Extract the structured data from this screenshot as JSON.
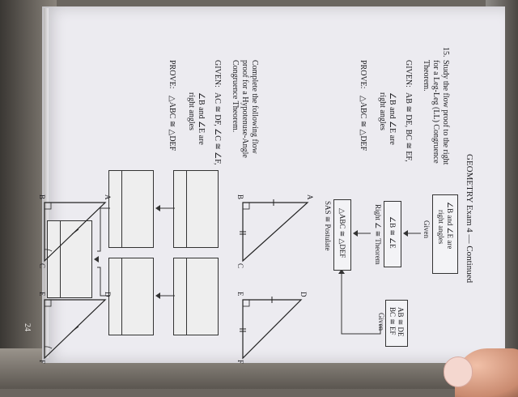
{
  "header": {
    "title": "GEOMETRY Exam 4 — Continued",
    "page_number": "24"
  },
  "problem15": {
    "number": "15.",
    "intro": [
      "Study the flow proof to the right",
      "for a Leg-Leg (LL) Congruence",
      "Theorem."
    ],
    "given_label": "GIVEN:",
    "given_math": "AB ≅ DE, BC ≅ EF,",
    "given2": [
      "∠B and ∠E are",
      "right angles"
    ],
    "prove_label": "PROVE:",
    "prove_math": "△ABC ≅ △DEF",
    "flow": {
      "box1": [
        "∠B and ∠E are",
        "right angles"
      ],
      "box1_reason": "Given",
      "box2": "∠B ≅ ∠E",
      "box2_reason": "Right ∠ ≅ Theorem",
      "box3": [
        "AB ≅ DE",
        "BC ≅ EF"
      ],
      "box3_reason": "Given",
      "box4": "△ABC ≅ △DEF",
      "box4_reason": "SAS ≅ Postulate"
    },
    "triangle1": {
      "A": "A",
      "B": "B",
      "C": "C"
    },
    "triangle2": {
      "D": "D",
      "E": "E",
      "F": "F"
    }
  },
  "problem16": {
    "intro": [
      "Complete the following flow",
      "proof for a Hypotenuse-Angle",
      "Congruence Theorem."
    ],
    "given_label": "GIVEN:",
    "given_math": "AC ≅ DF, ∠C ≅ ∠F,",
    "given2": [
      "∠B and ∠E are",
      "right angles"
    ],
    "prove_label": "PROVE:",
    "prove_math": "△ABC ≅ △DEF",
    "triangle1": {
      "A": "A",
      "B": "B",
      "C": "C"
    },
    "triangle2": {
      "D": "D",
      "E": "E",
      "F": "F"
    }
  }
}
